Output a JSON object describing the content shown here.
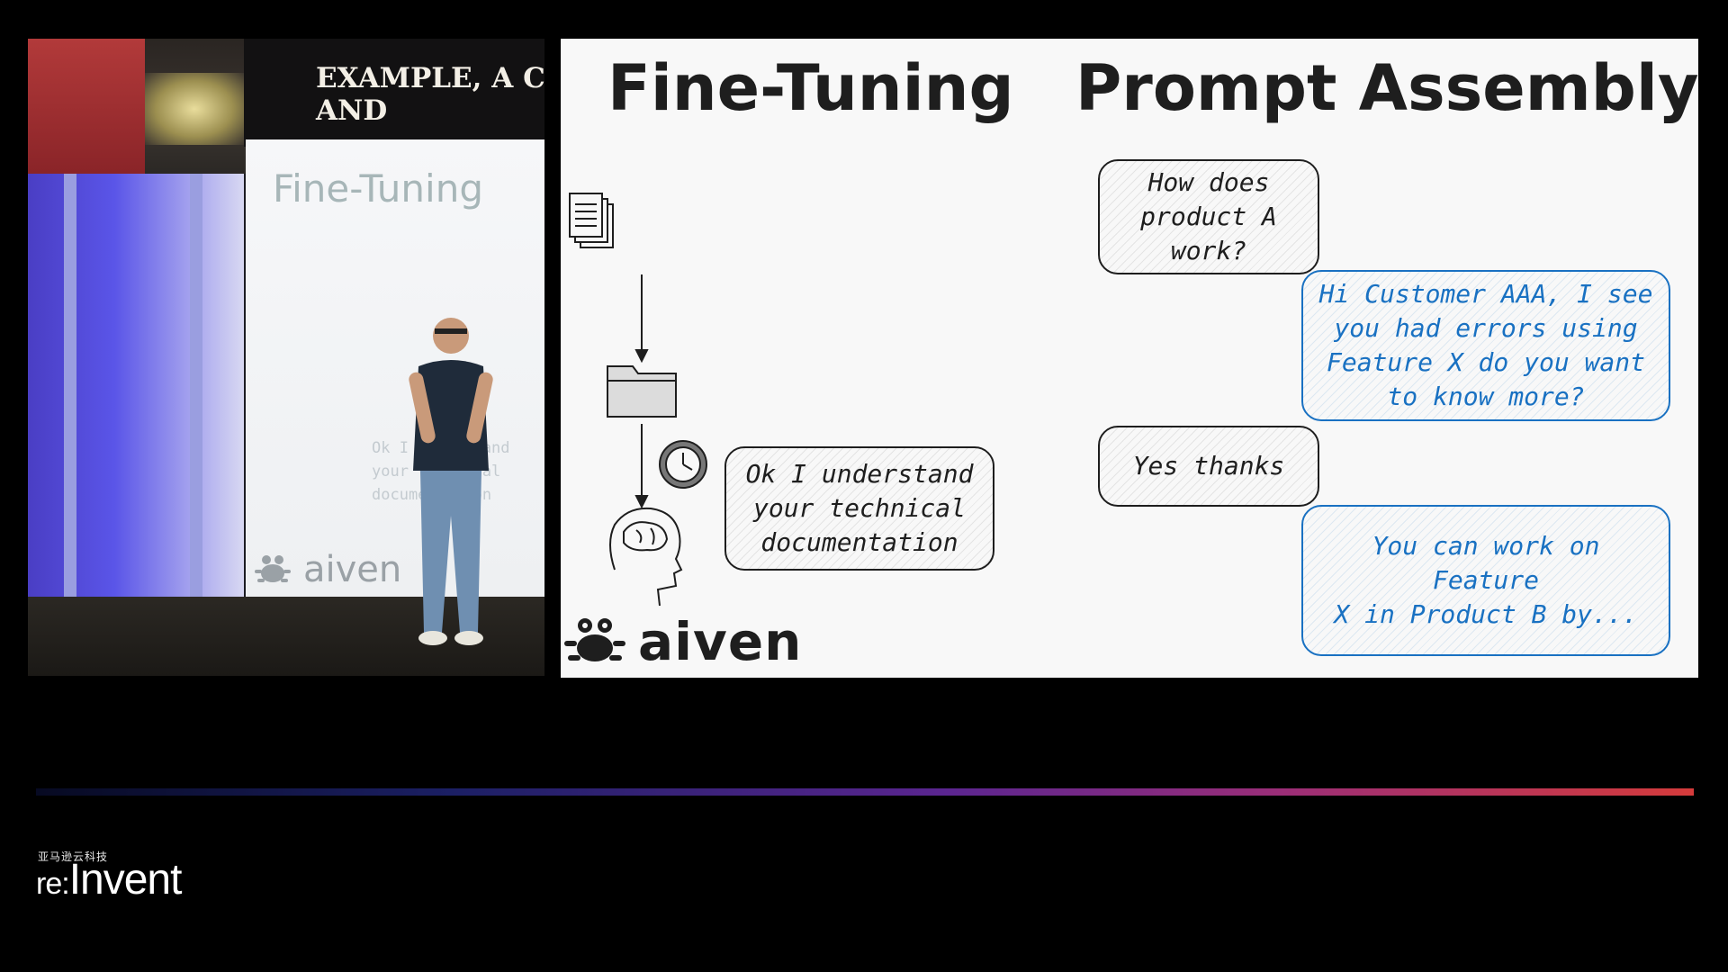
{
  "camera": {
    "slide_title_lines": "EXAMPLE, A C\nAND",
    "screen_title": "Fine-Tuning",
    "screen_faint_text": "Ok I understand\nyour technical\ndocumentation",
    "screen_logo": "aiven"
  },
  "slide": {
    "title_left": "Fine-Tuning",
    "title_right": "Prompt Assembly",
    "fine_tuning_bubble": "Ok I understand\nyour technical\ndocumentation",
    "prompt_messages": [
      {
        "text": "How does\nproduct A\nwork?",
        "color": "#1e1e1e"
      },
      {
        "text": "Hi Customer AAA, I see\nyou had errors using\nFeature X do you want\nto know more?",
        "color": "#1971c2"
      },
      {
        "text": "Yes thanks",
        "color": "#1e1e1e"
      },
      {
        "text": "You can work on Feature\nX in Product B by...",
        "color": "#1971c2"
      }
    ],
    "logo_text": "aiven",
    "icons": [
      "documents-icon",
      "folder-icon",
      "clock-icon",
      "brain-head-icon",
      "aiven-crab-icon"
    ]
  },
  "brand": {
    "sub": "亚马逊云科技",
    "re": "re:",
    "invent": "Invent"
  },
  "colors": {
    "accent_blue": "#1971c2",
    "ink": "#1e1e1e",
    "background": "#000000"
  }
}
